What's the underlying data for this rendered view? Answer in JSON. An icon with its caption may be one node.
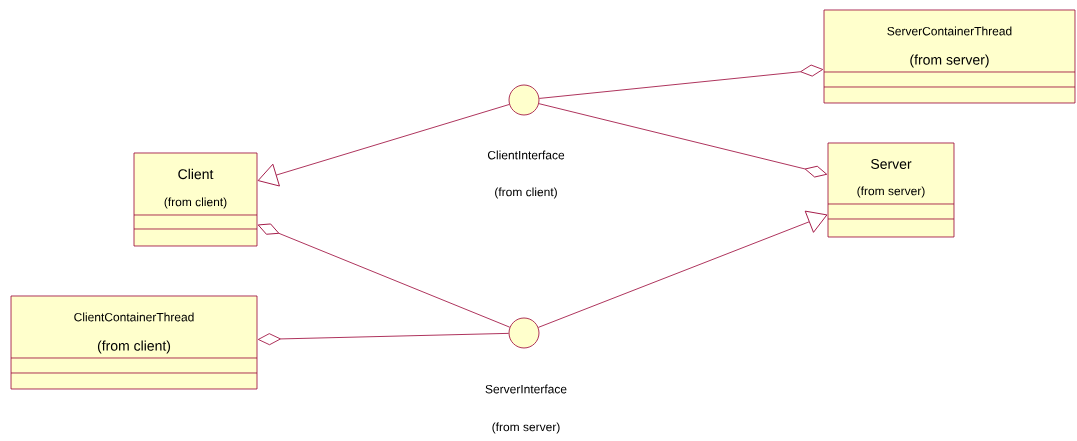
{
  "diagram": {
    "nodes": [
      {
        "text": [
          "ServerContainerThread",
          "(from server)"
        ]
      },
      {
        "text": [],
        "shape": "circle",
        "beside": [
          "ClientInterface",
          "(from client)"
        ]
      },
      {
        "text": [
          "Client",
          "(from client)"
        ]
      },
      {
        "text": [
          "Server",
          "(from server)"
        ]
      },
      {
        "text": [
          "ClientContainerThread",
          "(from client)"
        ]
      },
      {
        "text": [],
        "shape": "circle",
        "beside": [
          "ServerInterface",
          "(from server)"
        ]
      }
    ],
    "edges": [
      {
        "from": 1,
        "to": 0,
        "arrow": "other"
      },
      {
        "from": 1,
        "to": 2,
        "arrow": "to"
      },
      {
        "from": 1,
        "to": 3,
        "arrow": "other"
      },
      {
        "from": 5,
        "to": 2,
        "arrow": "other"
      },
      {
        "from": 5,
        "to": 3,
        "arrow": "to"
      },
      {
        "from": 5,
        "to": 4,
        "arrow": "other"
      }
    ]
  }
}
